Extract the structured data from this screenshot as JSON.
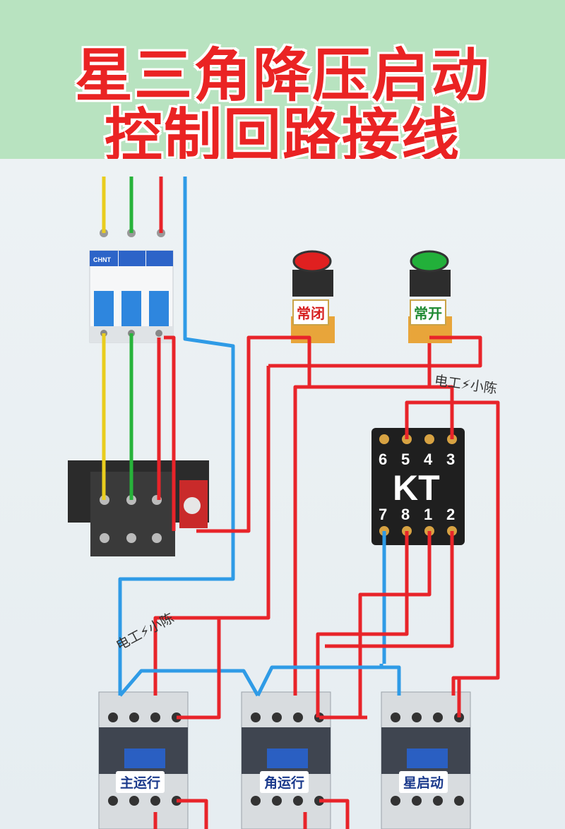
{
  "title": {
    "line1": "星三角降压启动",
    "line2": "控制回路接线"
  },
  "buttons": {
    "nc_label": "常闭",
    "no_label": "常开"
  },
  "timer": {
    "label": "KT",
    "top_pins": [
      "6",
      "5",
      "4",
      "3"
    ],
    "bottom_pins": [
      "7",
      "8",
      "1",
      "2"
    ]
  },
  "contactors": {
    "main": "主运行",
    "delta": "角运行",
    "star": "星启动"
  },
  "watermarks": {
    "wm1": "电工⚡小陈",
    "wm2": "电工⚡小陈"
  },
  "colors": {
    "red": "#e8242a",
    "blue": "#2f9be6",
    "yellow": "#e9cd1e",
    "green": "#27b33a",
    "header_bg": "#b8e3c0"
  }
}
